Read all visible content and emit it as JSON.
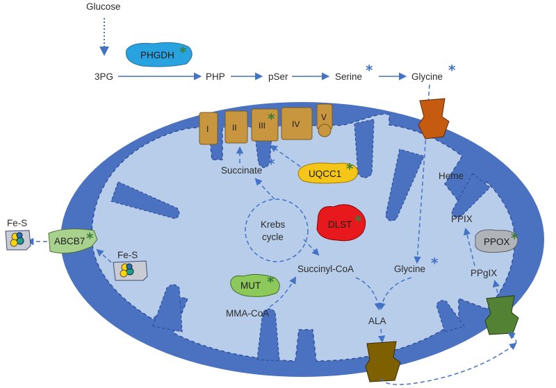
{
  "colors": {
    "arrow": "#4472c4",
    "outer_membrane": "#4a72c0",
    "matrix": "#b8cdea",
    "star_blue": "#4472c4",
    "star_green": "#3a7d3a",
    "phgdh": "#29a3e0",
    "uqcc1": "#f5c518",
    "dlst": "#e8191c",
    "mut": "#8dc85a",
    "ppox": "#b0b3b8",
    "abcb7": "#a9d18e",
    "complex": "#c8963e",
    "transporter_glycine": "#c55a11",
    "transporter_ala": "#7f6000",
    "transporter_ppgix": "#548235"
  },
  "pathway": {
    "glucose": "Glucose",
    "pg3": "3PG",
    "php": "PHP",
    "pser": "pSer",
    "serine": "Serine",
    "glycine_out": "Glycine"
  },
  "enzymes": {
    "phgdh": "PHGDH",
    "uqcc1": "UQCC1",
    "dlst": "DLST",
    "mut": "MUT",
    "ppox": "PPOX",
    "abcb7": "ABCB7"
  },
  "complexes": [
    "I",
    "II",
    "III",
    "IV",
    "V"
  ],
  "matrix_labels": {
    "succinate": "Succinate",
    "krebs_line1": "Krebs",
    "krebs_line2": "cycle",
    "succinyl_coa": "Succinyl-CoA",
    "mma_coa": "MMA-CoA",
    "glycine_in": "Glycine",
    "ala": "ALA",
    "heme": "Heme",
    "ppix": "PPIX",
    "ppgix": "PPgIX",
    "fes_in": "Fe-S",
    "fes_out": "Fe-S"
  },
  "star": "*"
}
